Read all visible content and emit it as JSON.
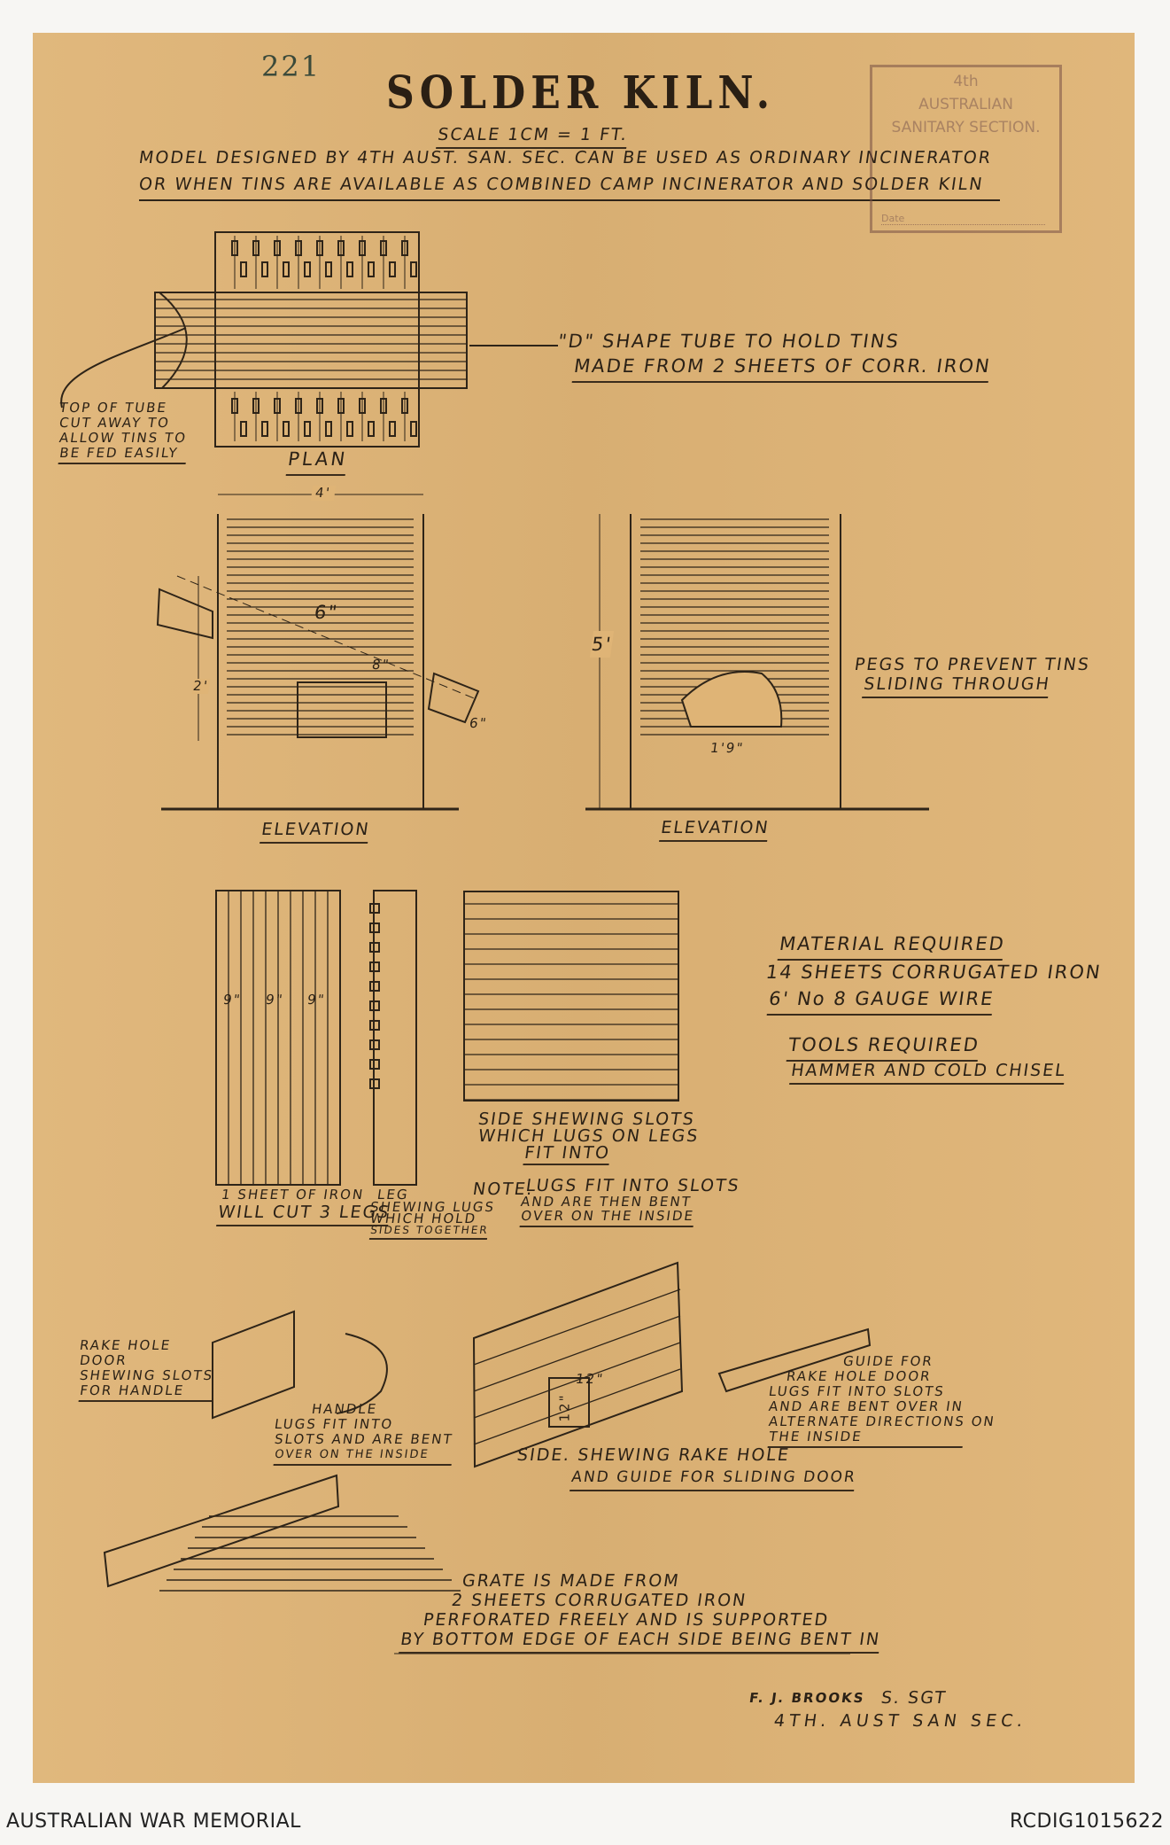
{
  "archive": {
    "institution": "AUSTRALIAN WAR MEMORIAL",
    "reference": "RCDIG1015622"
  },
  "sheet": {
    "page_number": "221",
    "title": "SOLDER KILN.",
    "scale": "SCALE 1CM = 1 FT.",
    "description": [
      "MODEL DESIGNED BY 4TH AUST. SAN. SEC. CAN BE USED AS ORDINARY INCINERATOR",
      "OR WHEN TINS ARE AVAILABLE AS COMBINED CAMP INCINERATOR AND SOLDER KILN"
    ],
    "stamp": {
      "line1": "4th",
      "line2": "AUSTRALIAN",
      "line3": "SANITARY SECTION.",
      "date_label": "Date"
    }
  },
  "plan": {
    "label": "PLAN",
    "tube_note": [
      "\"D\" SHAPE TUBE TO HOLD TINS",
      "MADE FROM 2 SHEETS OF CORR. IRON"
    ],
    "top_note": [
      "TOP OF TUBE",
      "CUT AWAY TO",
      "ALLOW TINS TO",
      "BE FED EASILY"
    ]
  },
  "elevation_front": {
    "label": "ELEVATION",
    "width_dim": "4'",
    "height_dim": "2'",
    "tube_dim": "6\"",
    "dim_a": "8\"",
    "dim_b": "6\""
  },
  "elevation_side": {
    "label": "ELEVATION",
    "height_dim": "5'",
    "opening_dim": "1'9\"",
    "pegs_note": [
      "PEGS TO PREVENT TINS",
      "SLIDING THROUGH"
    ]
  },
  "legs": {
    "dims": [
      "9\"",
      "9\"",
      "9\""
    ],
    "sheet_note": [
      "1 SHEET OF IRON",
      "WILL CUT 3 LEGS"
    ],
    "leg_label": "LEG",
    "leg_note": [
      "SHEWING LUGS",
      "WHICH HOLD",
      "SIDES TOGETHER"
    ]
  },
  "side_slots": {
    "note": [
      "SIDE SHEWING SLOTS",
      "WHICH LUGS ON LEGS",
      "FIT INTO"
    ]
  },
  "lugs_note": {
    "prefix": "NOTE.",
    "lines": [
      "LUGS FIT INTO SLOTS",
      "AND ARE THEN BENT",
      "OVER ON THE INSIDE"
    ]
  },
  "materials": {
    "heading": "MATERIAL REQUIRED",
    "items": [
      "14 SHEETS CORRUGATED IRON",
      "6' No 8 GAUGE WIRE"
    ],
    "tools_heading": "TOOLS REQUIRED",
    "tools": "HAMMER AND COLD CHISEL"
  },
  "rake_door": {
    "note": [
      "RAKE HOLE",
      "DOOR",
      "SHEWING SLOTS",
      "FOR HANDLE"
    ]
  },
  "handle": {
    "note": [
      "HANDLE",
      "LUGS FIT INTO",
      "SLOTS AND ARE BENT",
      "OVER ON THE INSIDE"
    ]
  },
  "rake_side": {
    "dim_w": "12\"",
    "dim_h": "12\"",
    "note": [
      "SIDE. SHEWING RAKE HOLE",
      "AND GUIDE FOR SLIDING DOOR"
    ]
  },
  "guide": {
    "note": [
      "GUIDE FOR",
      "RAKE HOLE DOOR",
      "LUGS FIT INTO SLOTS",
      "AND ARE BENT OVER IN",
      "ALTERNATE DIRECTIONS ON",
      "THE INSIDE"
    ]
  },
  "grate": {
    "note": [
      "GRATE IS MADE FROM",
      "2 SHEETS CORRUGATED IRON",
      "PERFORATED FREELY AND IS SUPPORTED",
      "BY BOTTOM EDGE OF EACH SIDE BEING BENT IN"
    ]
  },
  "signature": {
    "name": "F. J. BROOKS",
    "rank": "S. SGT",
    "unit": "4TH. AUST SAN SEC."
  },
  "colors": {
    "paper": "#dfb476",
    "ink": "#2b2116",
    "stamp": "#7d5a50",
    "background": "#f7f6f3"
  }
}
